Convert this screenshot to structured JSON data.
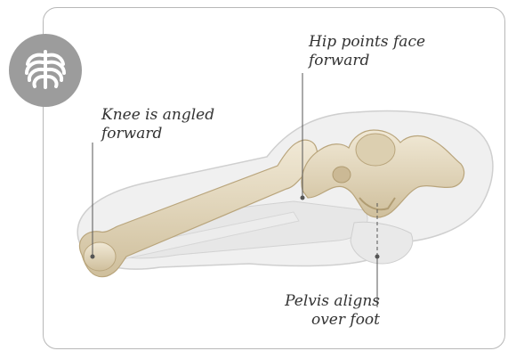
{
  "icon": {
    "name": "ribcage-icon",
    "badge_color": "#9c9c9c"
  },
  "labels": {
    "knee": {
      "line1": "Knee is angled",
      "line2": "forward"
    },
    "hip": {
      "line1": "Hip points face",
      "line2": "forward"
    },
    "pelvis": {
      "line1": "Pelvis aligns",
      "line2": "over foot"
    }
  },
  "colors": {
    "bone": "#e7dcc3",
    "bone_shadow": "#c9b894",
    "body_silhouette": "#d9d9d9",
    "frame_border": "#b8b8b8",
    "label_text": "#333333"
  }
}
